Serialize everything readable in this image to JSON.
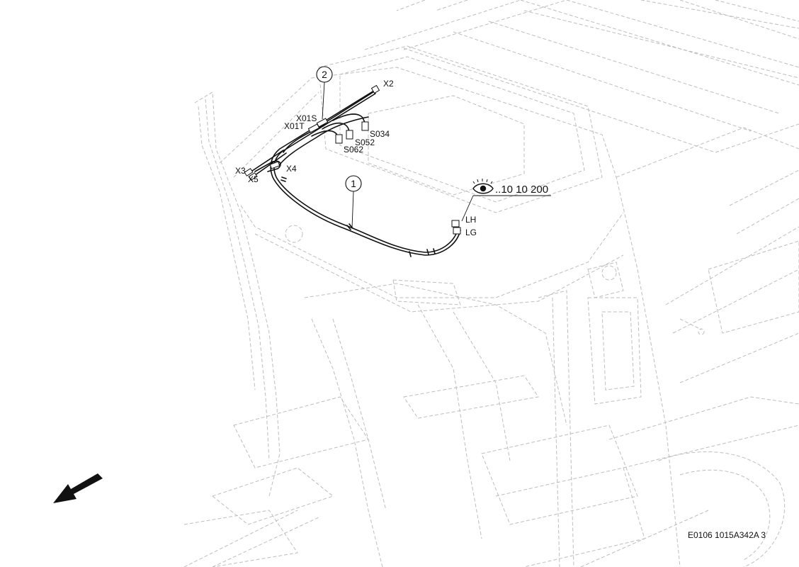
{
  "callouts": {
    "one": "1",
    "two": "2"
  },
  "connectors": {
    "x2": "X2",
    "x01s": "X01S",
    "x01t": "X01T",
    "x3": "X3",
    "x4": "X4",
    "x5": "X5",
    "s034": "S034",
    "s052": "S052",
    "s062": "S062",
    "lh": "LH",
    "lg": "LG"
  },
  "view_reference": "..10 10 200",
  "document_id": "E0106 1015A342A 3",
  "icons": {
    "view": "eye-icon",
    "direction": "direction-arrow-icon"
  }
}
